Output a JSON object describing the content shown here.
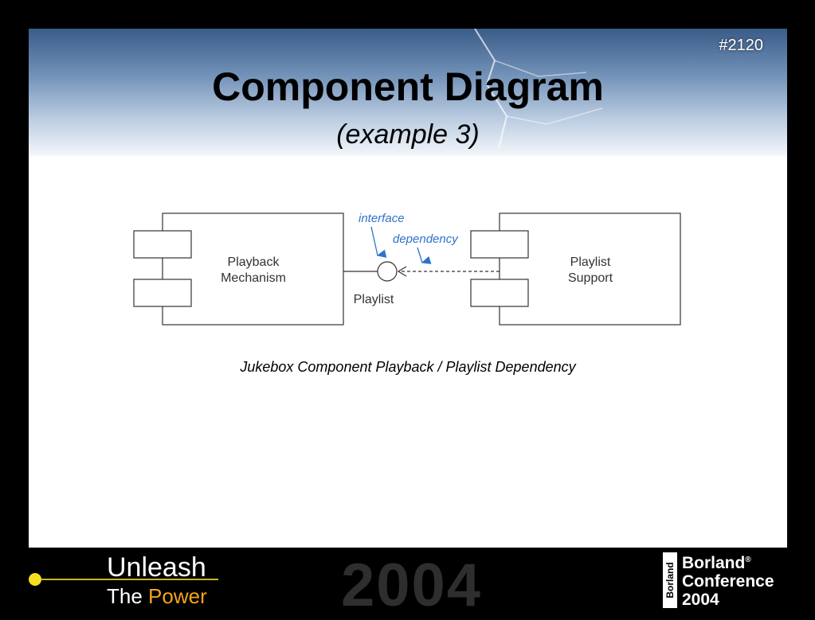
{
  "slide": {
    "number": "#2120",
    "title": "Component Diagram",
    "subtitle": "(example 3)",
    "caption": "Jukebox Component Playback / Playlist Dependency"
  },
  "diagram": {
    "components": [
      {
        "label_line1": "Playback",
        "label_line2": "Mechanism"
      },
      {
        "label_line1": "Playlist",
        "label_line2": "Support"
      }
    ],
    "interface_label": "Playlist",
    "annotations": {
      "interface": "interface",
      "dependency": "dependency"
    },
    "colors": {
      "annotation": "#2e73c9",
      "lines": "#333333"
    }
  },
  "footer": {
    "unleash": "Unleash",
    "the": "The",
    "power": "Power",
    "year_watermark": "2004",
    "logo_text": "Borland",
    "conference_line1": "Borland",
    "conference_registered": "®",
    "conference_line2": "Conference",
    "conference_line3": "2004",
    "colors": {
      "dot": "#f4e021",
      "power": "#f2a41a"
    }
  }
}
